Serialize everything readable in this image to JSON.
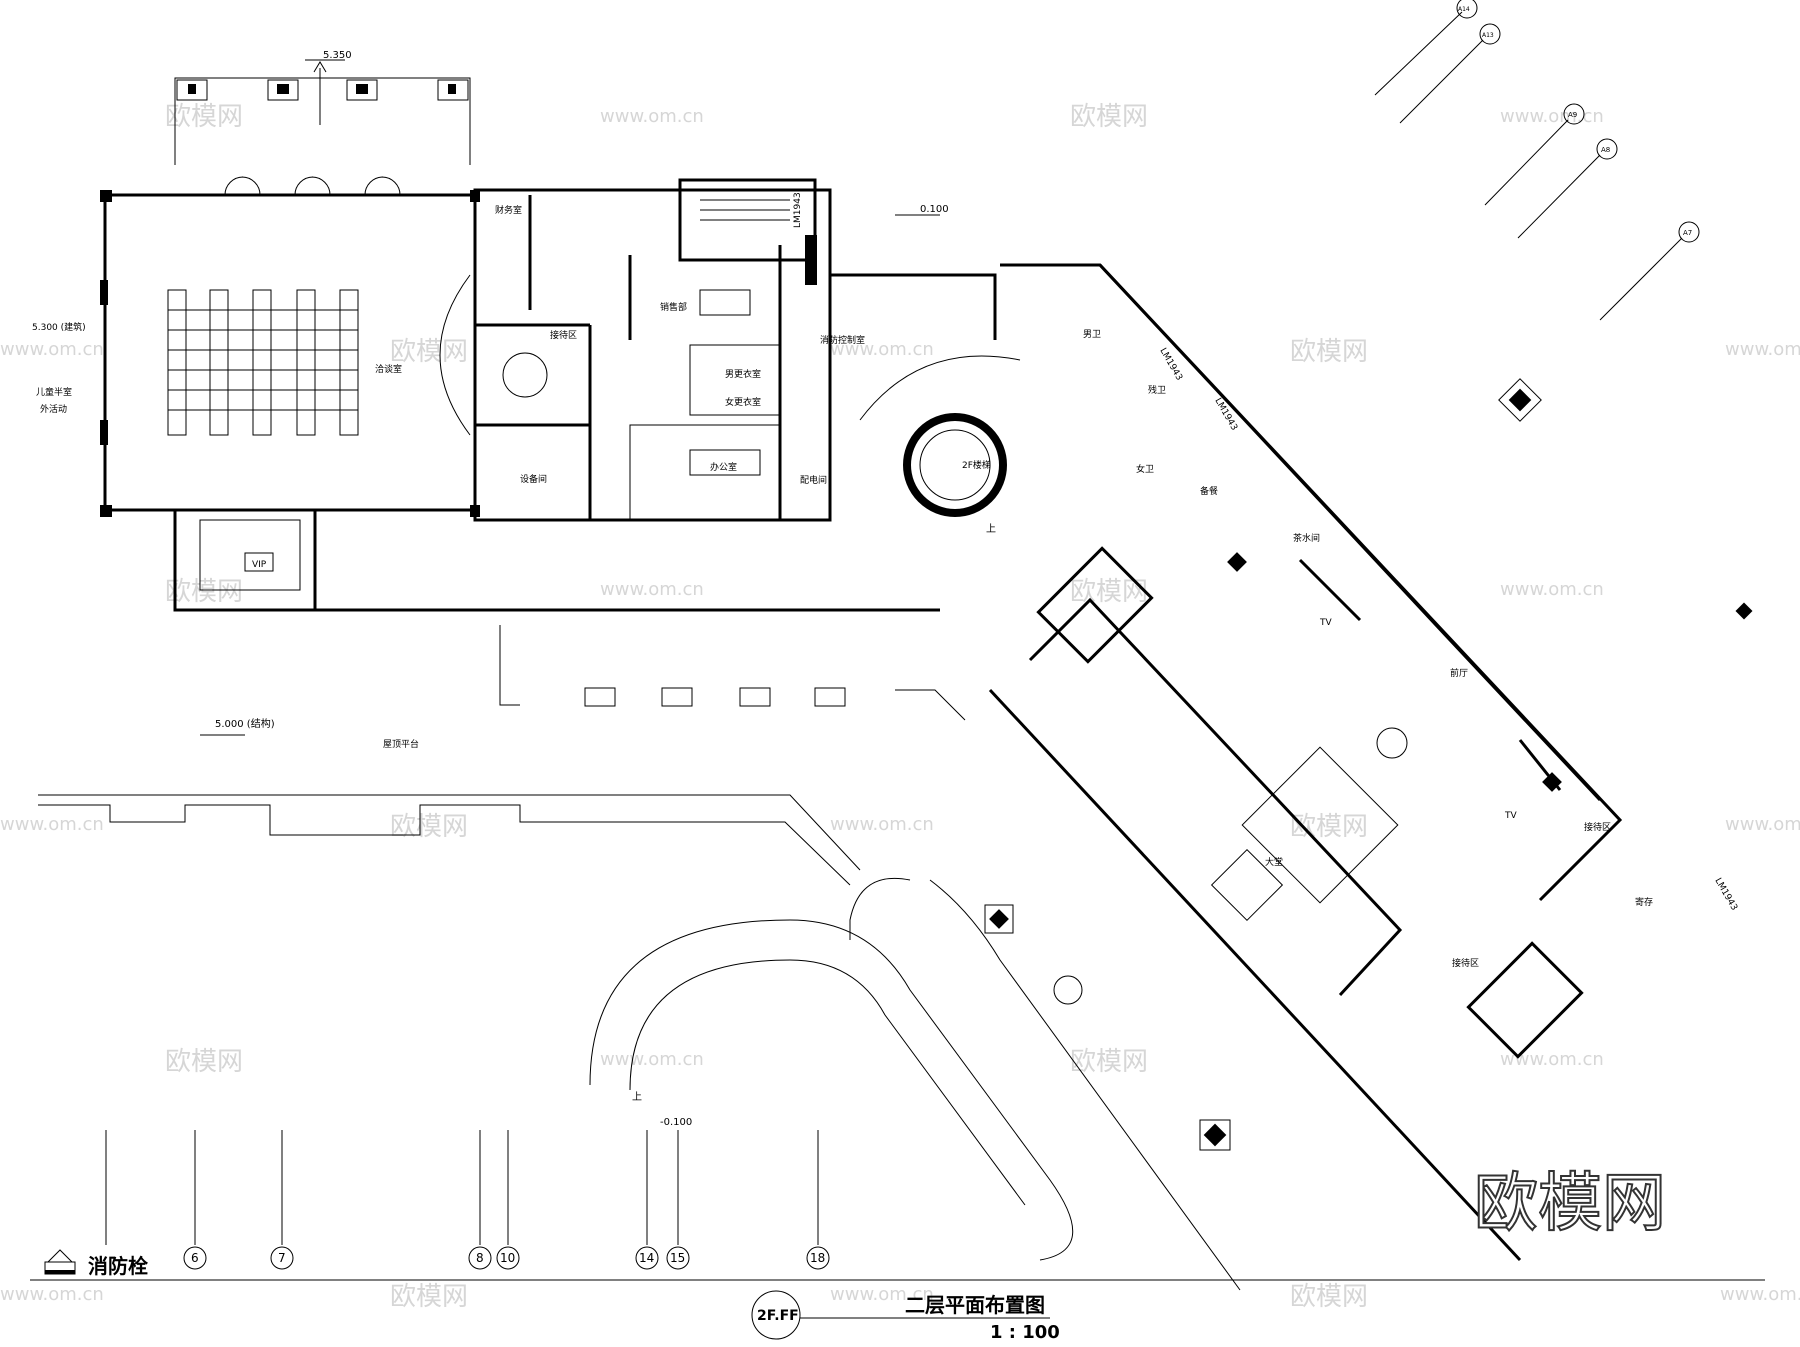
{
  "drawing": {
    "title": "二层平面布置图",
    "scale": "1 : 100",
    "sheet_tag": "2F.FF",
    "brand_watermark": "欧模网",
    "watermark_text": "欧模网",
    "watermark_url": "www.om.cn"
  },
  "legend": {
    "fire_hydrant_label": "消防栓"
  },
  "elevations": {
    "top": "5.350",
    "mid": "0.100",
    "left": "5.300 (建筑)",
    "terrace": "5.000 (结构)",
    "stair": "-0.100"
  },
  "rooms": {
    "finance": "财务室",
    "reception_a": "接待区",
    "sales": "销售部",
    "fire_control": "消防控制室",
    "male_change": "男更衣室",
    "female_change": "女更衣室",
    "office": "办公室",
    "power": "配电间",
    "equipment": "设备间",
    "multi": "洽谈室",
    "vip": "VIP",
    "terrace": "屋顶平台",
    "stair_2f": "2F楼梯",
    "male_wc": "男卫",
    "accessible_wc": "残卫",
    "female_wc": "女卫",
    "storage": "备餐",
    "tea": "茶水间",
    "hall": "前厅",
    "reception_b": "接待区",
    "lobby": "大堂",
    "reception_c": "接待区",
    "cloak": "寄存",
    "children": "儿童半室",
    "children2": "外活动"
  },
  "axes": {
    "bottom": [
      "6",
      "7",
      "8",
      "10",
      "14",
      "15",
      "18"
    ],
    "top_right": [
      "A14",
      "A13",
      "A9",
      "A8",
      "A7"
    ]
  },
  "door_tags": {
    "lm1": "LM1943",
    "lm2": "LM1943",
    "lm3": "LM1943",
    "lm4": "LM1943",
    "tv1": "TV",
    "tv2": "TV"
  },
  "stair_marks": {
    "up1": "上",
    "up2": "上"
  }
}
